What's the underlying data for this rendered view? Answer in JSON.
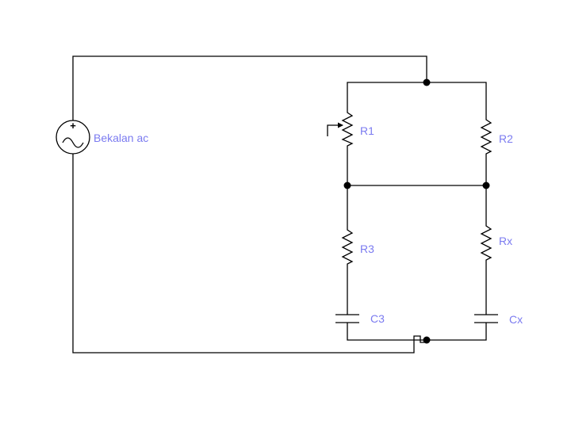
{
  "diagram": {
    "label_color": "#7b7bf0",
    "line_color": "#000000",
    "source": {
      "label": "Bekalan ac",
      "polarity": "+",
      "icon": "ac-source-icon"
    },
    "resistors": {
      "r1": {
        "label": "R1",
        "variable": true
      },
      "r2": {
        "label": "R2"
      },
      "r3": {
        "label": "R3"
      },
      "rx": {
        "label": "Rx"
      }
    },
    "capacitors": {
      "c3": {
        "label": "C3"
      },
      "cx": {
        "label": "Cx"
      }
    }
  }
}
